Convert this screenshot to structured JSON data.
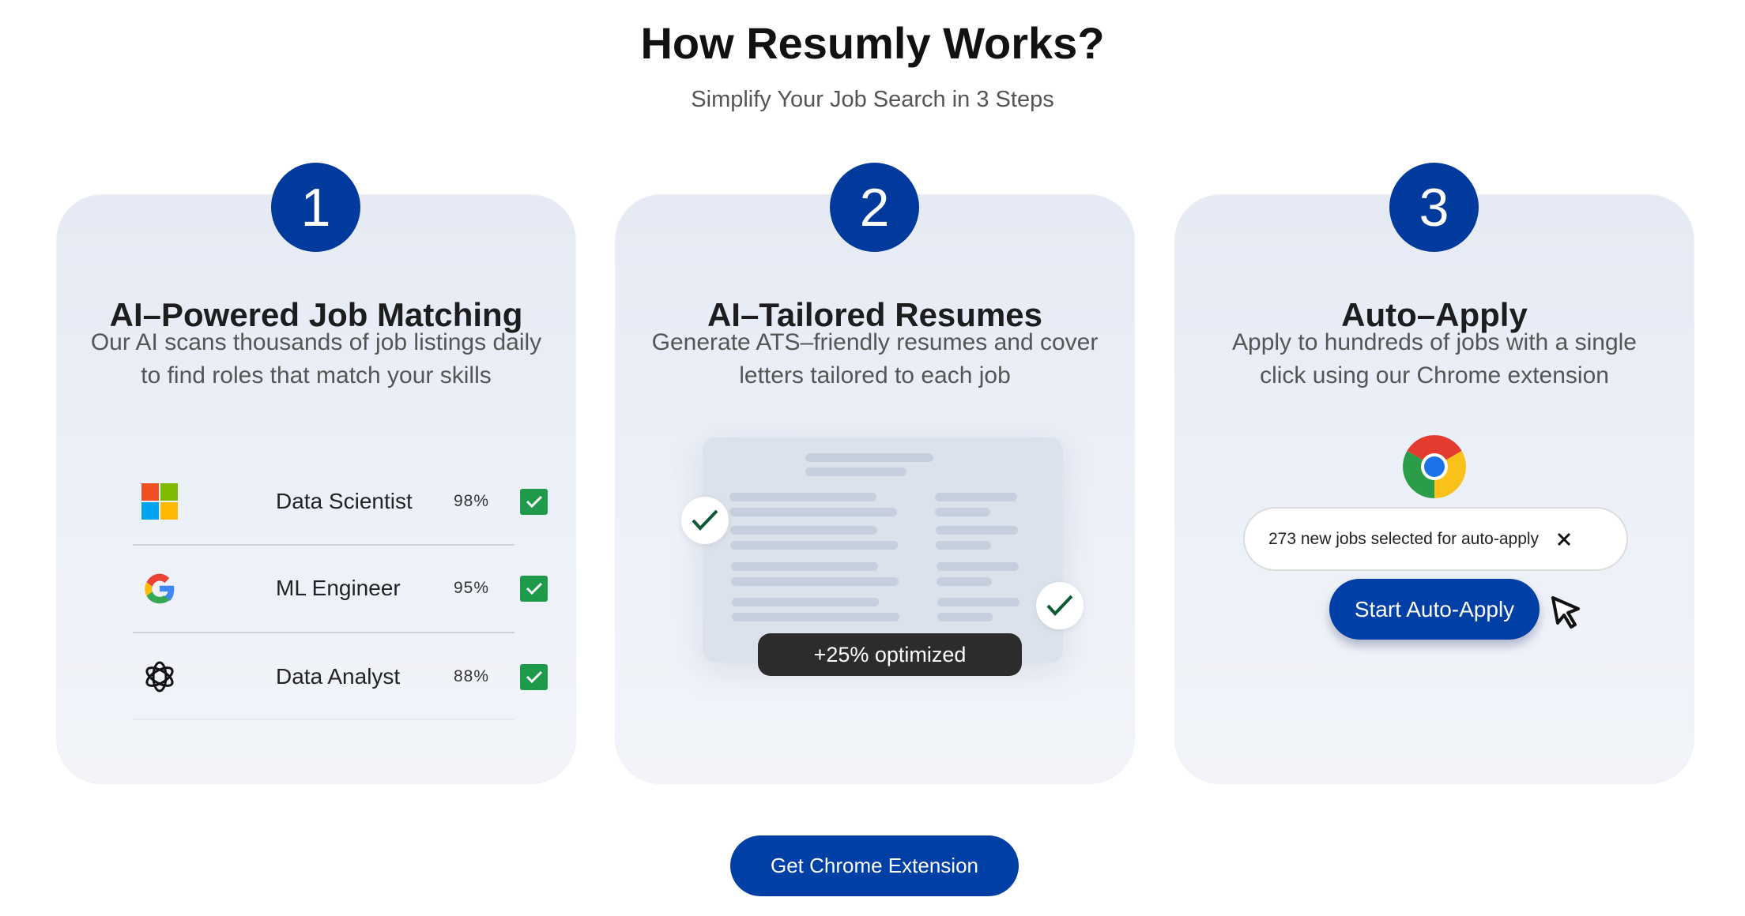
{
  "header": {
    "title": "How Resumly Works?",
    "subtitle": "Simplify Your Job Search in 3 Steps"
  },
  "steps": [
    {
      "number": "1",
      "title": "AI–Powered Job Matching",
      "description": "Our AI scans thousands of job listings daily to find roles that match your skills",
      "jobs": [
        {
          "company_icon": "microsoft-logo",
          "role": "Data Scientist",
          "match": "98%",
          "checked": true
        },
        {
          "company_icon": "google-logo",
          "role": "ML Engineer",
          "match": "95%",
          "checked": true
        },
        {
          "company_icon": "openai-logo",
          "role": "Data Analyst",
          "match": "88%",
          "checked": true
        }
      ]
    },
    {
      "number": "2",
      "title": "AI–Tailored Resumes",
      "description": "Generate ATS–friendly resumes and cover letters tailored to each job",
      "badge": "+25% optimized"
    },
    {
      "number": "3",
      "title": "Auto–Apply",
      "description": "Apply to hundreds of jobs with a single click using our Chrome extension",
      "notification": "273 new jobs selected for auto-apply",
      "button": "Start Auto-Apply"
    }
  ],
  "cta": {
    "label": "Get Chrome Extension"
  },
  "colors": {
    "primary": "#003fa6",
    "check": "#1f9a4a",
    "badge": "#2c2c2c"
  }
}
